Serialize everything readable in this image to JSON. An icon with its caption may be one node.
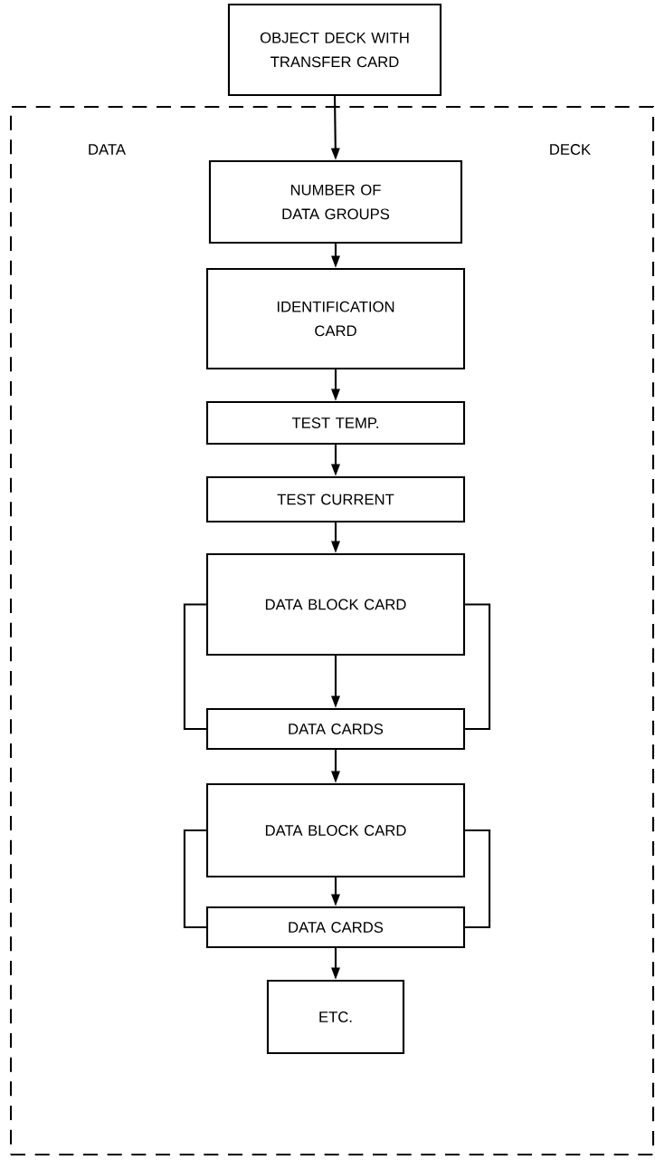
{
  "diagram": {
    "nodes": [
      {
        "text": [
          "OBJECT DECK WITH TRANSFER CARD"
        ]
      },
      {
        "text": [
          "DATA",
          "DECK"
        ]
      },
      {
        "text": [
          "NUMBER OF DATA GROUPS"
        ],
        "in": 1
      },
      {
        "text": [
          "IDENTIFICATION CARD"
        ],
        "in": 1
      },
      {
        "text": [
          "TEST TEMP."
        ],
        "in": 1
      },
      {
        "text": [
          "TEST CURRENT"
        ],
        "in": 1
      },
      {
        "text": [
          "DATA BLOCK CARD"
        ],
        "in": 1
      },
      {
        "text": [
          "DATA CARDS"
        ],
        "in": 1
      },
      {
        "text": [
          "DATA BLOCK CARD"
        ],
        "in": 1
      },
      {
        "text": [
          "DATA CARDS"
        ],
        "in": 1
      },
      {
        "text": [
          "ETC."
        ],
        "in": 1
      }
    ],
    "edges": [
      {
        "from": 0,
        "to": 2,
        "arrow": "to"
      },
      {
        "from": 2,
        "to": 3,
        "arrow": "to"
      },
      {
        "from": 3,
        "to": 4,
        "arrow": "to"
      },
      {
        "from": 4,
        "to": 5,
        "arrow": "to"
      },
      {
        "from": 5,
        "to": 6,
        "arrow": "to"
      },
      {
        "from": 6,
        "to": 7,
        "arrow": "to"
      },
      {
        "from": 6,
        "to": 7,
        "arrow": "none"
      },
      {
        "from": 6,
        "to": 7,
        "arrow": "none"
      },
      {
        "from": 7,
        "to": 8,
        "arrow": "to"
      },
      {
        "from": 8,
        "to": 9,
        "arrow": "to"
      },
      {
        "from": 8,
        "to": 9,
        "arrow": "none"
      },
      {
        "from": 8,
        "to": 9,
        "arrow": "none"
      },
      {
        "from": 9,
        "to": 10,
        "arrow": "to"
      }
    ]
  }
}
